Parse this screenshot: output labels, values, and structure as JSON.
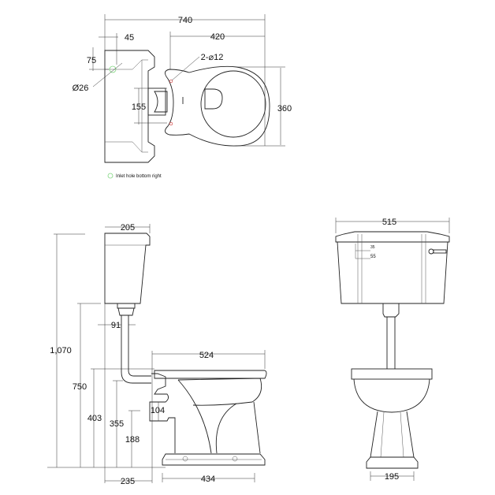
{
  "top_view": {
    "dims": {
      "overall_length": "740",
      "pan_length": "420",
      "inlet_offset_x": "45",
      "inlet_offset_y": "75",
      "inlet_diameter": "Ø26",
      "fixing_holes": "2-⌀12",
      "outlet_width": "155",
      "pan_width": "360"
    },
    "legend": {
      "symbol_color": "#7ed67e",
      "text": "Inlet hole bottom right"
    }
  },
  "side_view": {
    "dims": {
      "cistern_depth": "205",
      "overall_height": "1,070",
      "cistern_base_height": "750",
      "pipe_offset": "91",
      "pan_length": "524",
      "rim_height": "403",
      "inlet_height": "355",
      "outlet_size": "104",
      "outlet_height": "188",
      "wall_to_outlet": "235",
      "base_length": "434"
    }
  },
  "front_view": {
    "dims": {
      "cistern_width": "515",
      "inlet_35": "35",
      "inlet_55": "55",
      "pedestal_width": "195"
    }
  },
  "colors": {
    "line": "#222222",
    "fixing_hole": "#d04040",
    "inlet_marker": "#7ed67e"
  }
}
